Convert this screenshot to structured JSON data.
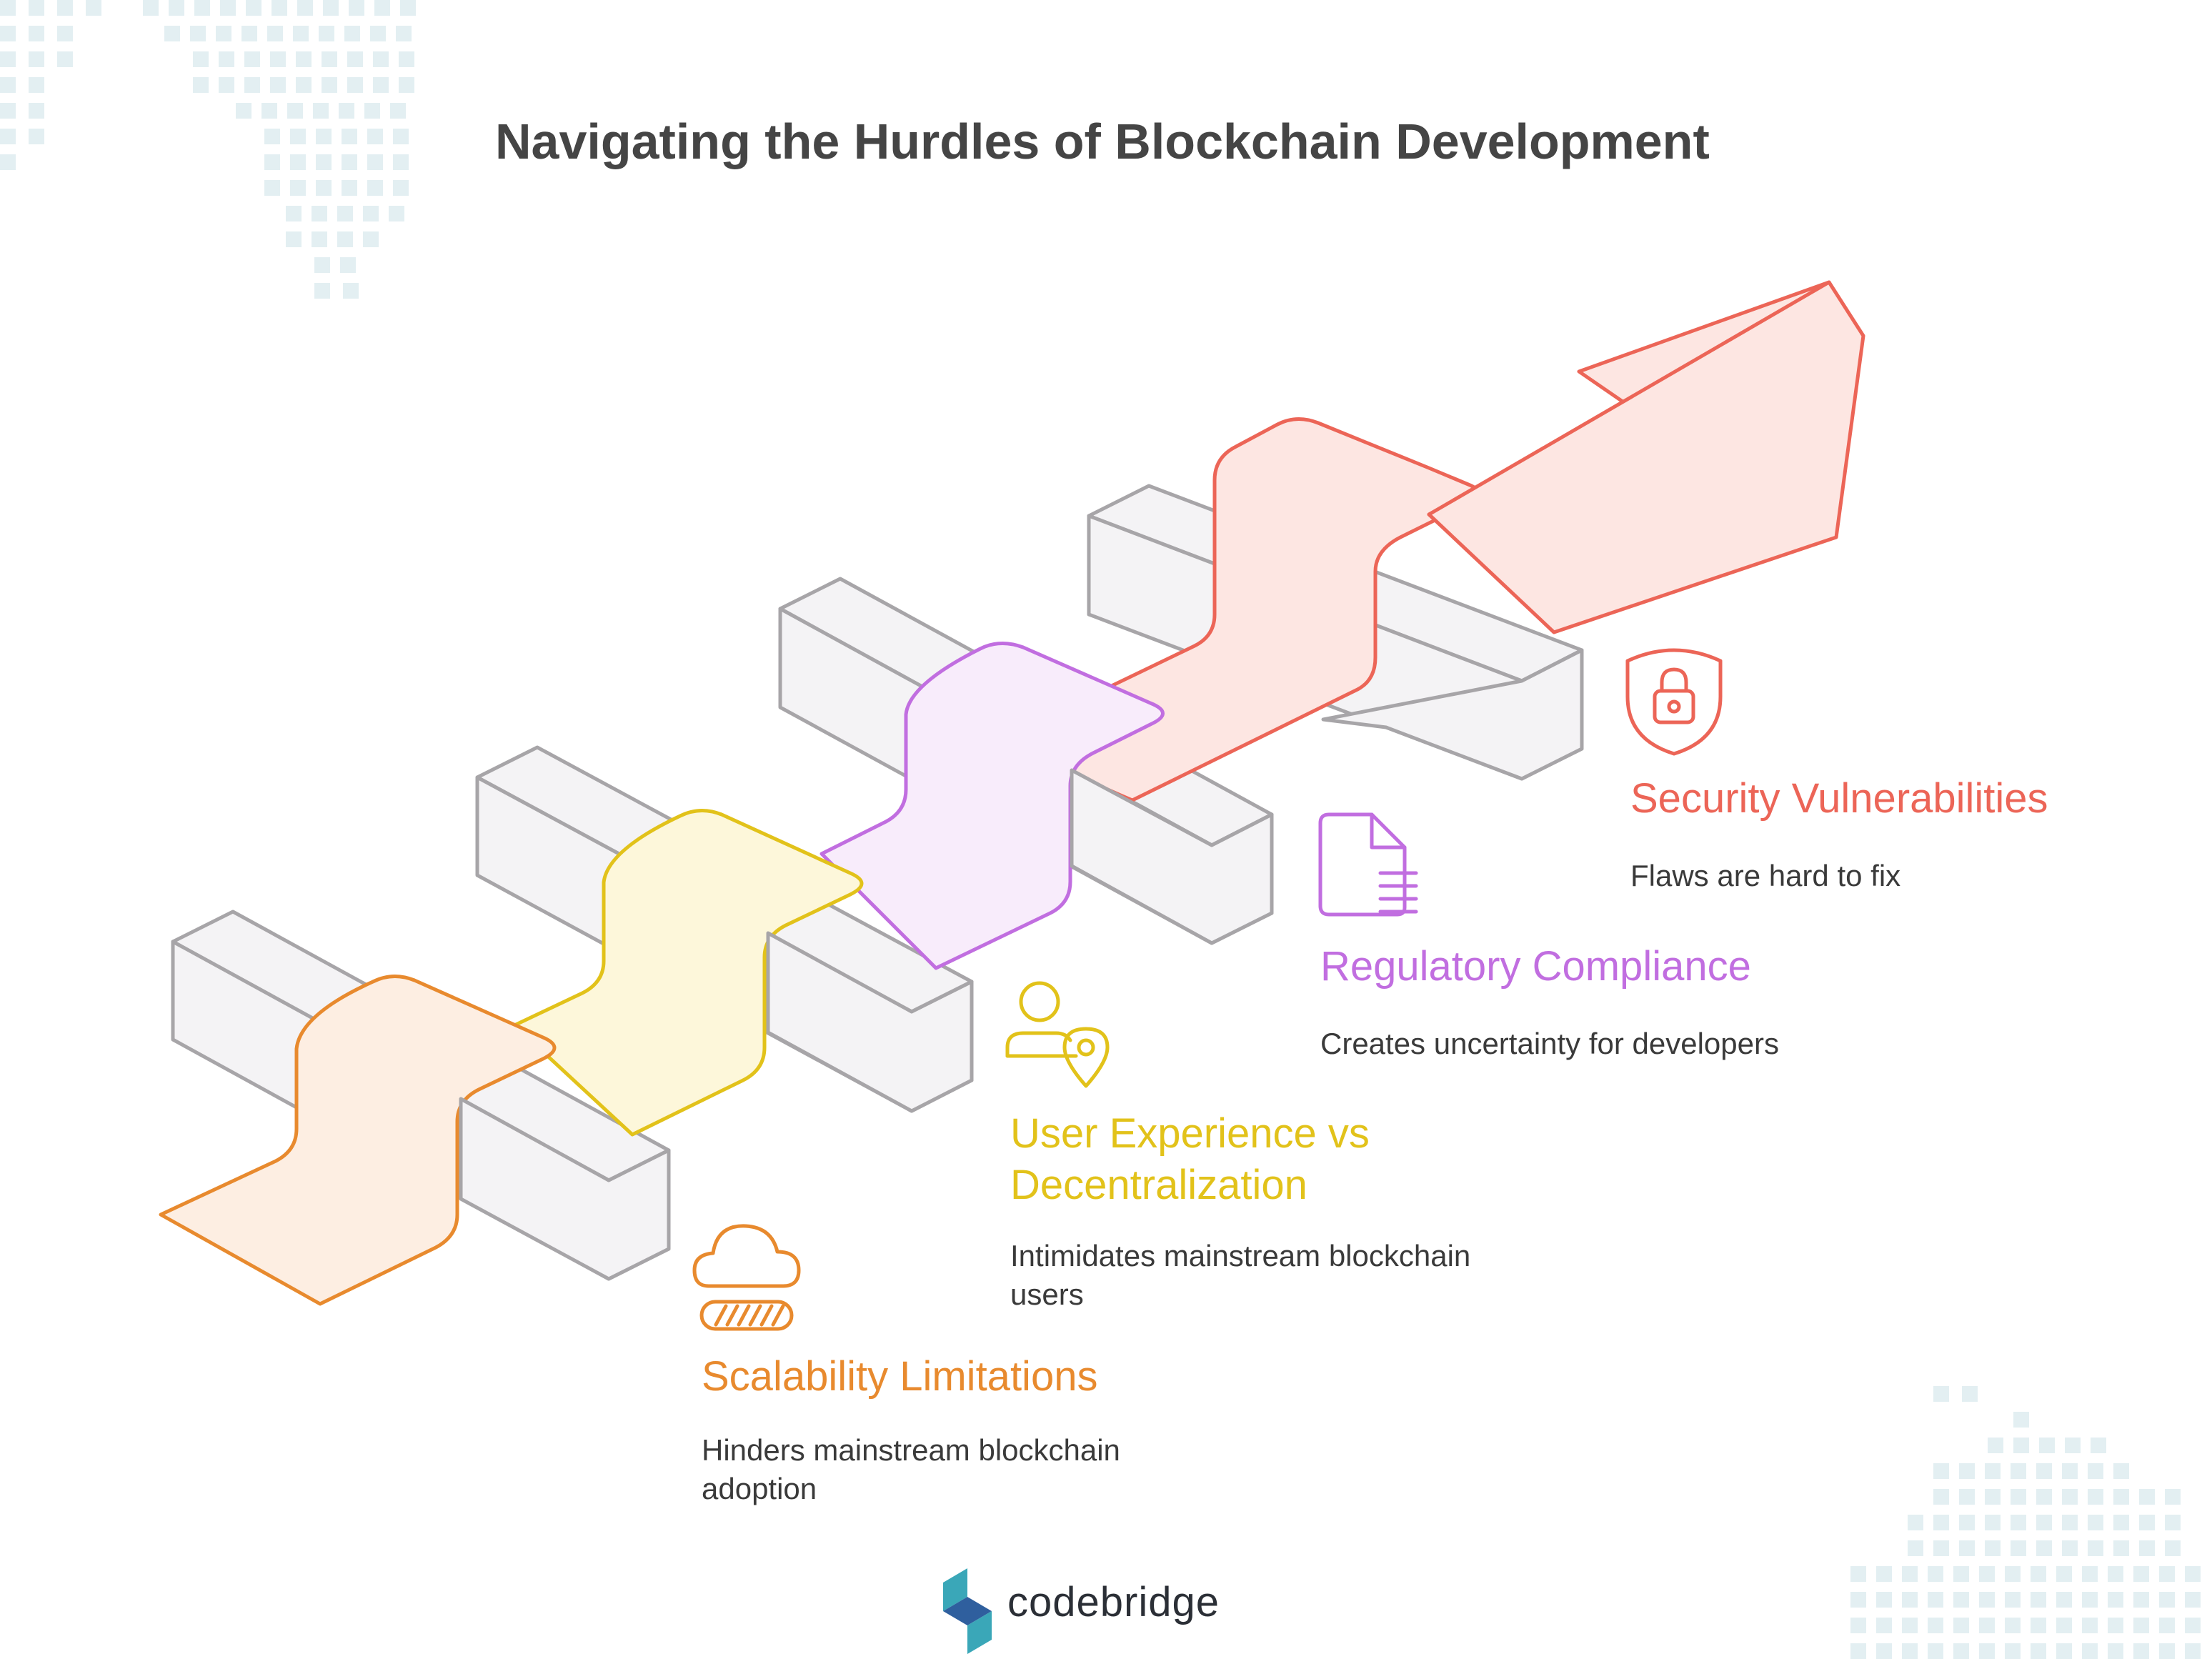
{
  "title": "Navigating the Hurdles of Blockchain Development",
  "items": [
    {
      "title": "Scalability Limitations",
      "desc_lines": [
        "Hinders mainstream blockchain",
        "adoption"
      ],
      "color": "#e88a2e",
      "fill": "#fdeee2",
      "icon": "cloud-progress-icon"
    },
    {
      "title_lines": [
        "User Experience vs",
        "Decentralization"
      ],
      "desc_lines": [
        "Intimidates mainstream blockchain",
        "users"
      ],
      "color": "#e2c21a",
      "fill": "#fdf7da",
      "icon": "user-location-icon"
    },
    {
      "title": "Regulatory Compliance",
      "desc_lines": [
        "Creates uncertainty for developers"
      ],
      "color": "#c16ee0",
      "fill": "#f8ecfb",
      "icon": "document-icon"
    },
    {
      "title": "Security Vulnerabilities",
      "desc_lines": [
        "Flaws are hard to fix"
      ],
      "color": "#ec6557",
      "fill": "#fde6e2",
      "icon": "shield-lock-icon"
    }
  ],
  "brand": {
    "name": "codebridge",
    "logo_colors": [
      "#3aa7b8",
      "#2f5f9e"
    ]
  }
}
